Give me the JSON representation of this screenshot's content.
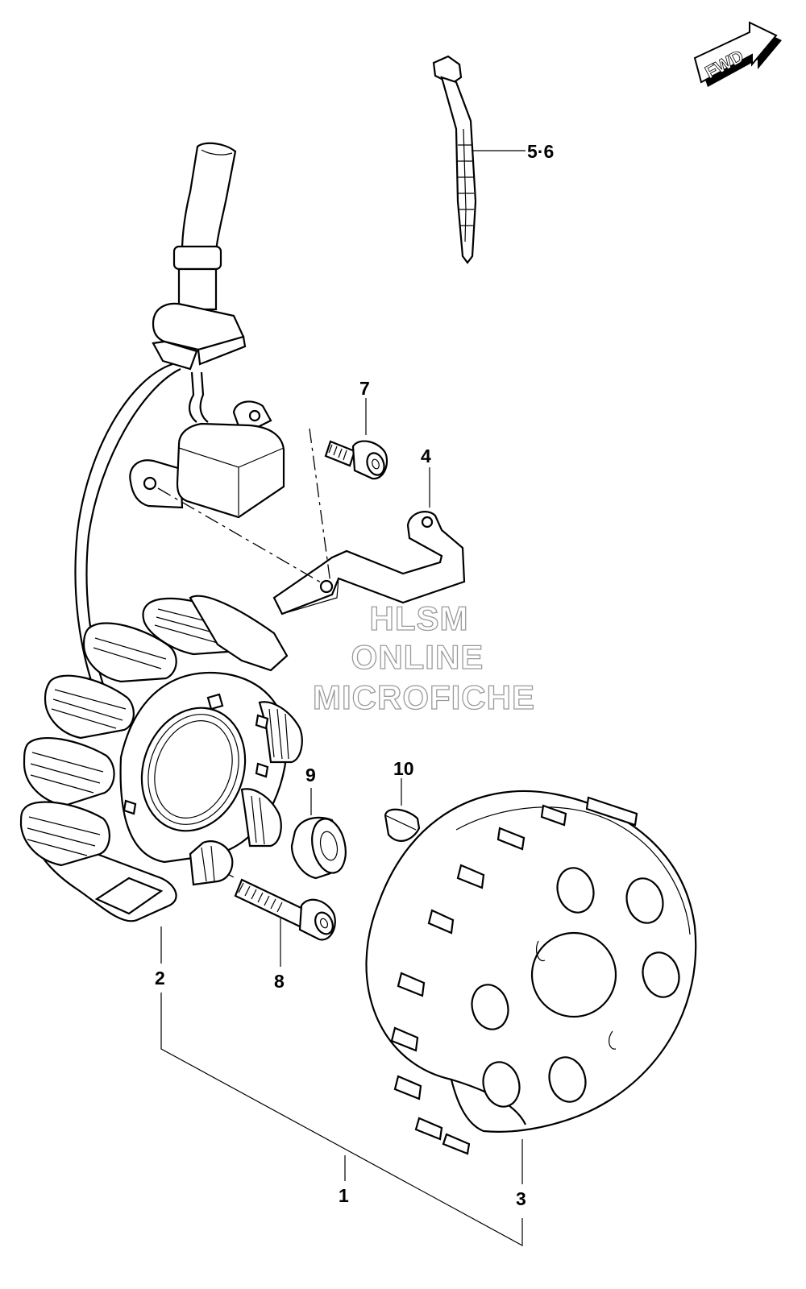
{
  "orientation": {
    "label": "FWD"
  },
  "watermark": {
    "line1": "HLSM",
    "line2": "ONLINE",
    "line3": "MICROFICHE"
  },
  "callouts": {
    "magneto_assy": "1",
    "stator": "2",
    "rotor": "3",
    "bracket": "4",
    "clamp": "5·6",
    "bolt_bracket": "7",
    "bolt_stator": "8",
    "nut": "9",
    "key": "10"
  }
}
